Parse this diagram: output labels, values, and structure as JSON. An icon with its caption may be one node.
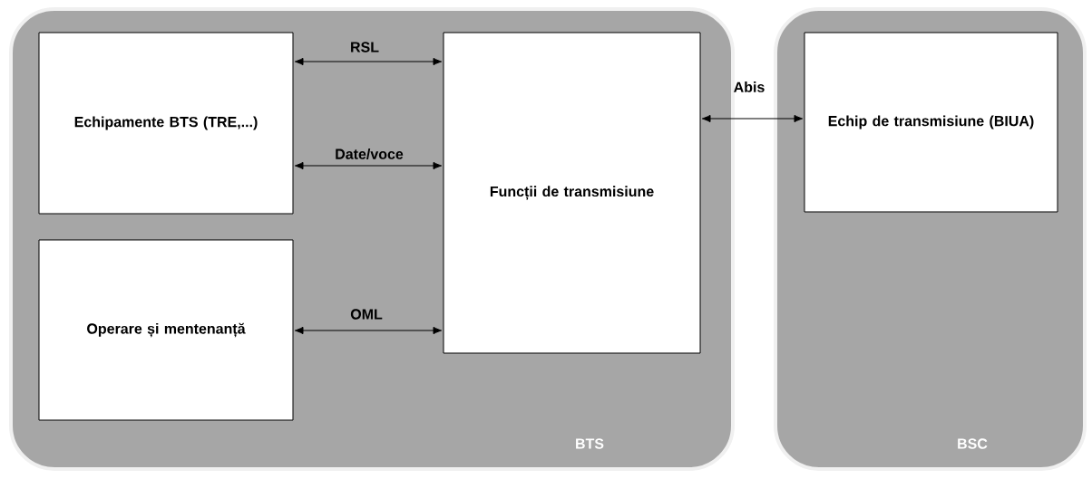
{
  "diagram": {
    "nodes": [
      {
        "text": [
          "BTS"
        ]
      },
      {
        "text": [
          "Echipamente BTS (TRE,...)"
        ],
        "in": 0
      },
      {
        "text": [
          "Funcții de transmisiune"
        ],
        "in": 0
      },
      {
        "text": [
          "Operare și mentenanță"
        ],
        "in": 0
      },
      {
        "text": [
          "BSC"
        ]
      },
      {
        "text": [
          "Echip de transmisiune (BIUA)"
        ],
        "in": 4
      }
    ],
    "edges": [
      {
        "from": 1,
        "to": 2,
        "arrow": "both",
        "label": "RSL"
      },
      {
        "from": 1,
        "to": 2,
        "arrow": "both",
        "label": "Date/voce"
      },
      {
        "from": 3,
        "to": 2,
        "arrow": "both",
        "label": "OML"
      },
      {
        "from": 2,
        "to": 5,
        "arrow": "both",
        "label": "Abis"
      }
    ]
  }
}
